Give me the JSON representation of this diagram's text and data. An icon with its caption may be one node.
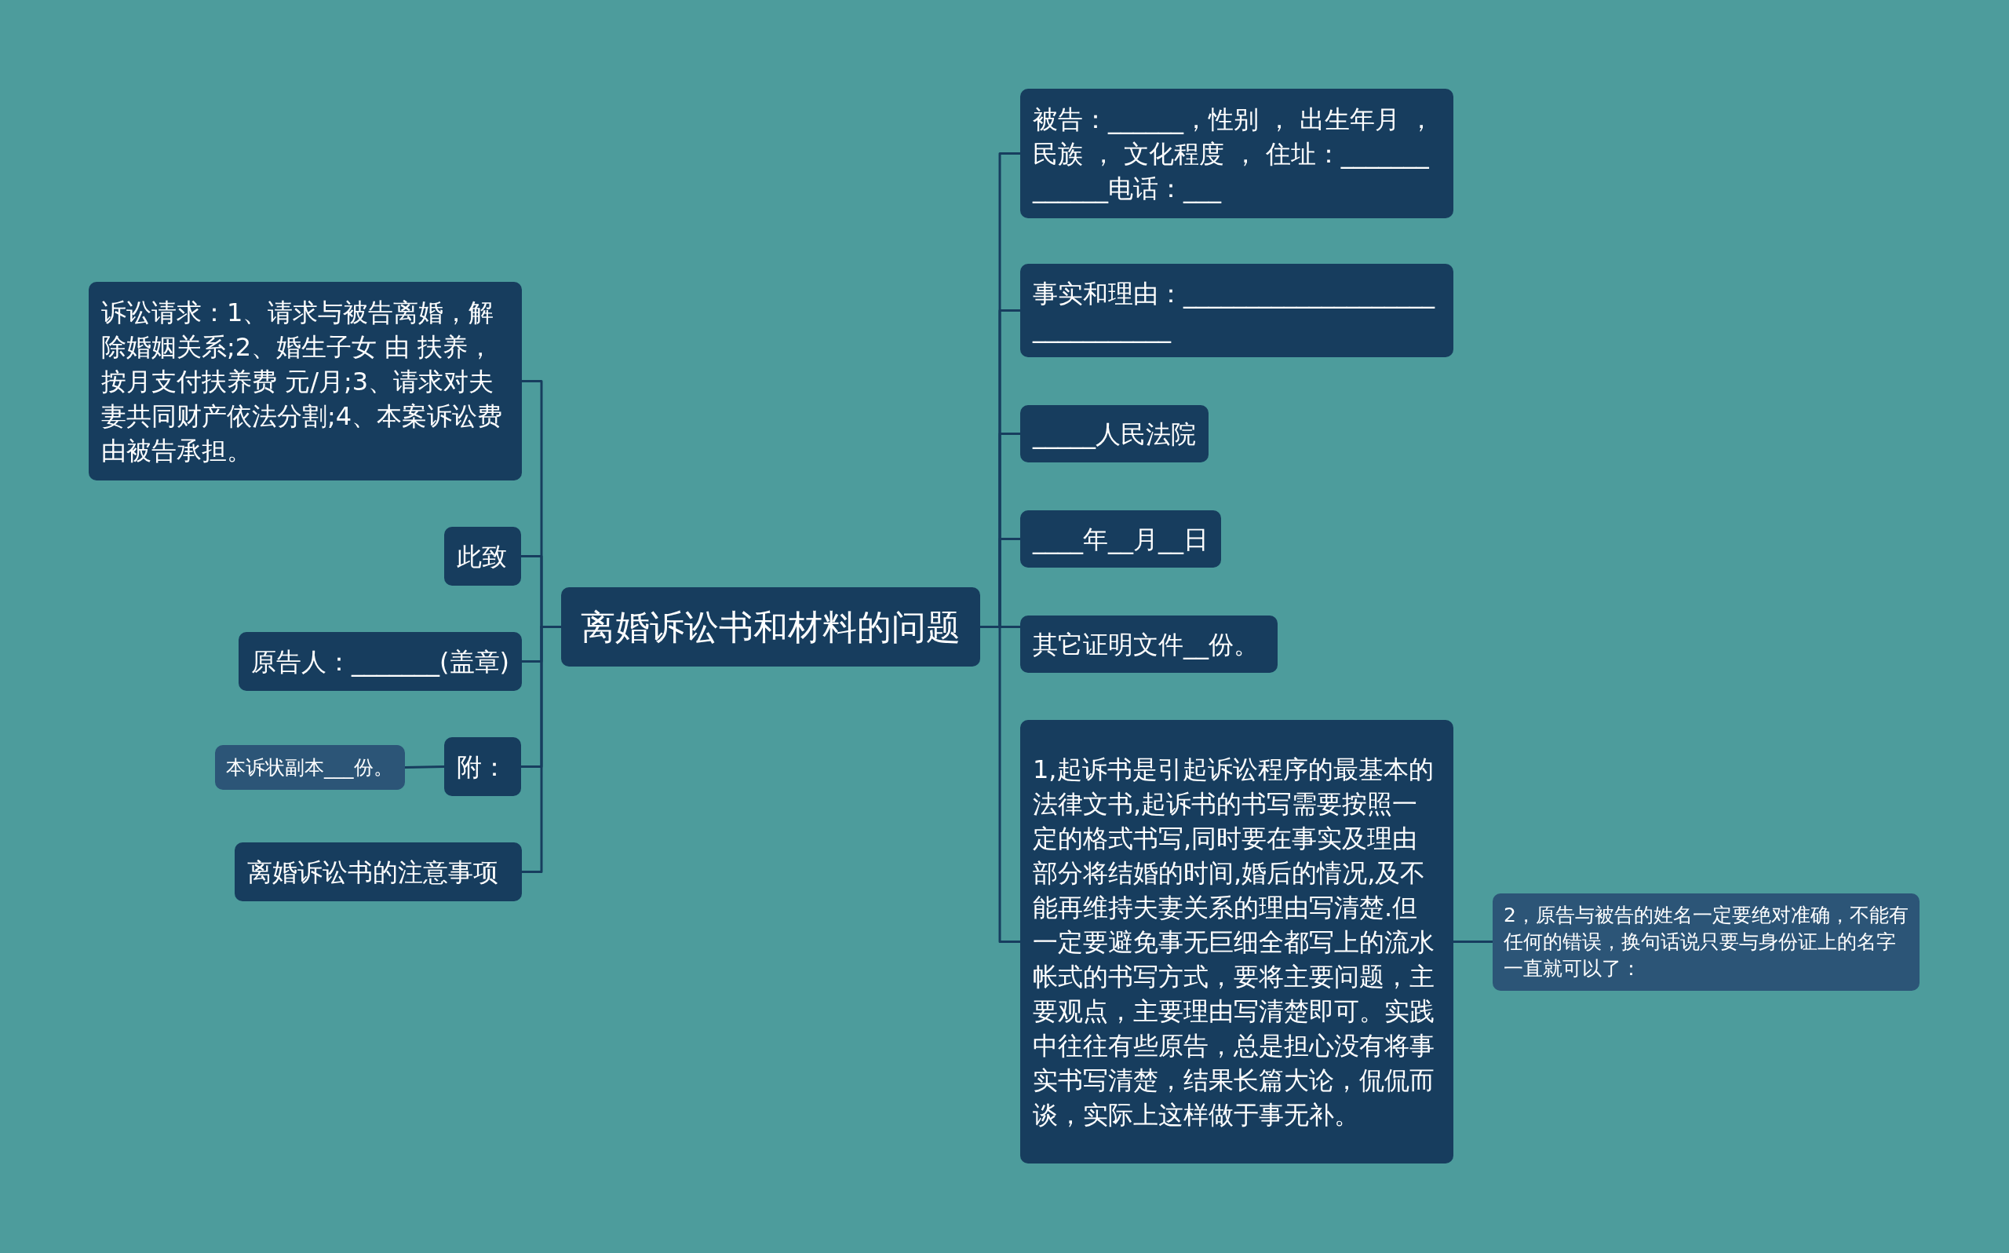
{
  "diagram": {
    "nodes": [
      {
        "text": [
          "离婚诉讼书和材料的问题"
        ]
      },
      {
        "text": [
          "诉讼请求：1、请求与被告离婚，解除婚姻关系;2、婚生子女 由 扶养，按月支付扶养费 元/月;3、请求对夫妻共同财产依法分割;4、本案诉讼费由被告承担。"
        ]
      },
      {
        "text": [
          "此致"
        ]
      },
      {
        "text": [
          "原告人：_______(盖章)"
        ]
      },
      {
        "text": [
          "附："
        ]
      },
      {
        "text": [
          "本诉状副本___份。"
        ]
      },
      {
        "text": [
          "离婚诉讼书的注意事项"
        ]
      },
      {
        "text": [
          "被告：______，性别 ， 出生年月 ，民族 ， 文化程度 ， 住址：_____________电话：___"
        ]
      },
      {
        "text": [
          "事实和理由：_______________________________"
        ]
      },
      {
        "text": [
          "_____人民法院"
        ]
      },
      {
        "text": [
          "____年__月__日"
        ]
      },
      {
        "text": [
          "其它证明文件__份。"
        ]
      },
      {
        "text": [
          "1,起诉书是引起诉讼程序的最基本的法律文书,起诉书的书写需要按照一定的格式书写,同时要在事实及理由部分将结婚的时间,婚后的情况,及不能再维持夫妻关系的理由写清楚.但一定要避免事无巨细全都写上的流水帐式的书写方式，要将主要问题，主要观点，主要理由写清楚即可。实践中往往有些原告，总是担心没有将事实书写清楚，结果长篇大论，侃侃而谈，实际上这样做于事无补。"
        ]
      },
      {
        "text": [
          "2，原告与被告的姓名一定要绝对准确，不能有任何的错误，换句话说只要与身份证上的名字一直就可以了："
        ]
      }
    ],
    "edges": [
      {
        "from": 0,
        "to": 1,
        "arrow": "none"
      },
      {
        "from": 0,
        "to": 2,
        "arrow": "none"
      },
      {
        "from": 0,
        "to": 3,
        "arrow": "none"
      },
      {
        "from": 0,
        "to": 4,
        "arrow": "none"
      },
      {
        "from": 4,
        "to": 5,
        "arrow": "none"
      },
      {
        "from": 0,
        "to": 6,
        "arrow": "none"
      },
      {
        "from": 0,
        "to": 7,
        "arrow": "none"
      },
      {
        "from": 0,
        "to": 8,
        "arrow": "none"
      },
      {
        "from": 0,
        "to": 9,
        "arrow": "none"
      },
      {
        "from": 0,
        "to": 10,
        "arrow": "none"
      },
      {
        "from": 0,
        "to": 11,
        "arrow": "none"
      },
      {
        "from": 0,
        "to": 12,
        "arrow": "none"
      },
      {
        "from": 12,
        "to": 13,
        "arrow": "none"
      }
    ]
  }
}
